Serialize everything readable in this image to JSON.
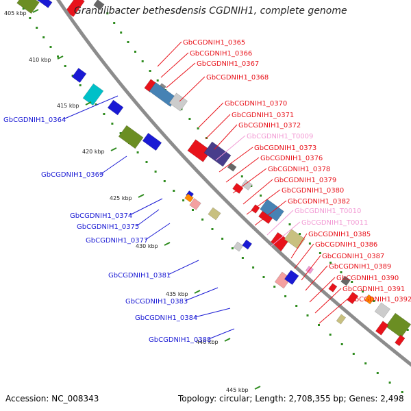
{
  "title": "Granulibacter bethesdensis CGDNIH1, complete genome",
  "footer": {
    "accession": "Accession: NC_008343",
    "summary": "Topology: circular; Length: 2,708,355 bp; Genes: 2,498"
  },
  "colors": {
    "plus_strand_label": "#e8131b",
    "minus_strand_label": "#1a1ad4",
    "rna_label": "#f29ad4",
    "backbone": "#8c8c8c",
    "tick": "#2e8b1e"
  },
  "kbp_ticks": [
    "405 kbp",
    "410 kbp",
    "415 kbp",
    "420 kbp",
    "425 kbp",
    "430 kbp",
    "435 kbp",
    "440 kbp",
    "445 kbp"
  ],
  "labels_minus": [
    "GbCGDNIH1_0364",
    "GbCGDNIH1_0369",
    "GbCGDNIH1_0374",
    "GbCGDNIH1_0375",
    "GbCGDNIH1_0377",
    "GbCGDNIH1_0381",
    "GbCGDNIH1_0383",
    "GbCGDNIH1_0384",
    "GbCGDNIH1_0388"
  ],
  "labels_plus": [
    "GbCGDNIH1_0365",
    "GbCGDNIH1_0366",
    "GbCGDNIH1_0367",
    "GbCGDNIH1_0368",
    "GbCGDNIH1_0370",
    "GbCGDNIH1_0371",
    "GbCGDNIH1_0372",
    "GbCGDNIH1_T0009",
    "GbCGDNIH1_0373",
    "GbCGDNIH1_0376",
    "GbCGDNIH1_0378",
    "GbCGDNIH1_0379",
    "GbCGDNIH1_0380",
    "GbCGDNIH1_0382",
    "GbCGDNIH1_T0010",
    "GbCGDNIH1_T0011",
    "GbCGDNIH1_0385",
    "GbCGDNIH1_0386",
    "GbCGDNIH1_0387",
    "GbCGDNIH1_0389",
    "GbCGDNIH1_0390",
    "GbCGDNIH1_0391",
    "GbCGDNIH1_0392"
  ]
}
